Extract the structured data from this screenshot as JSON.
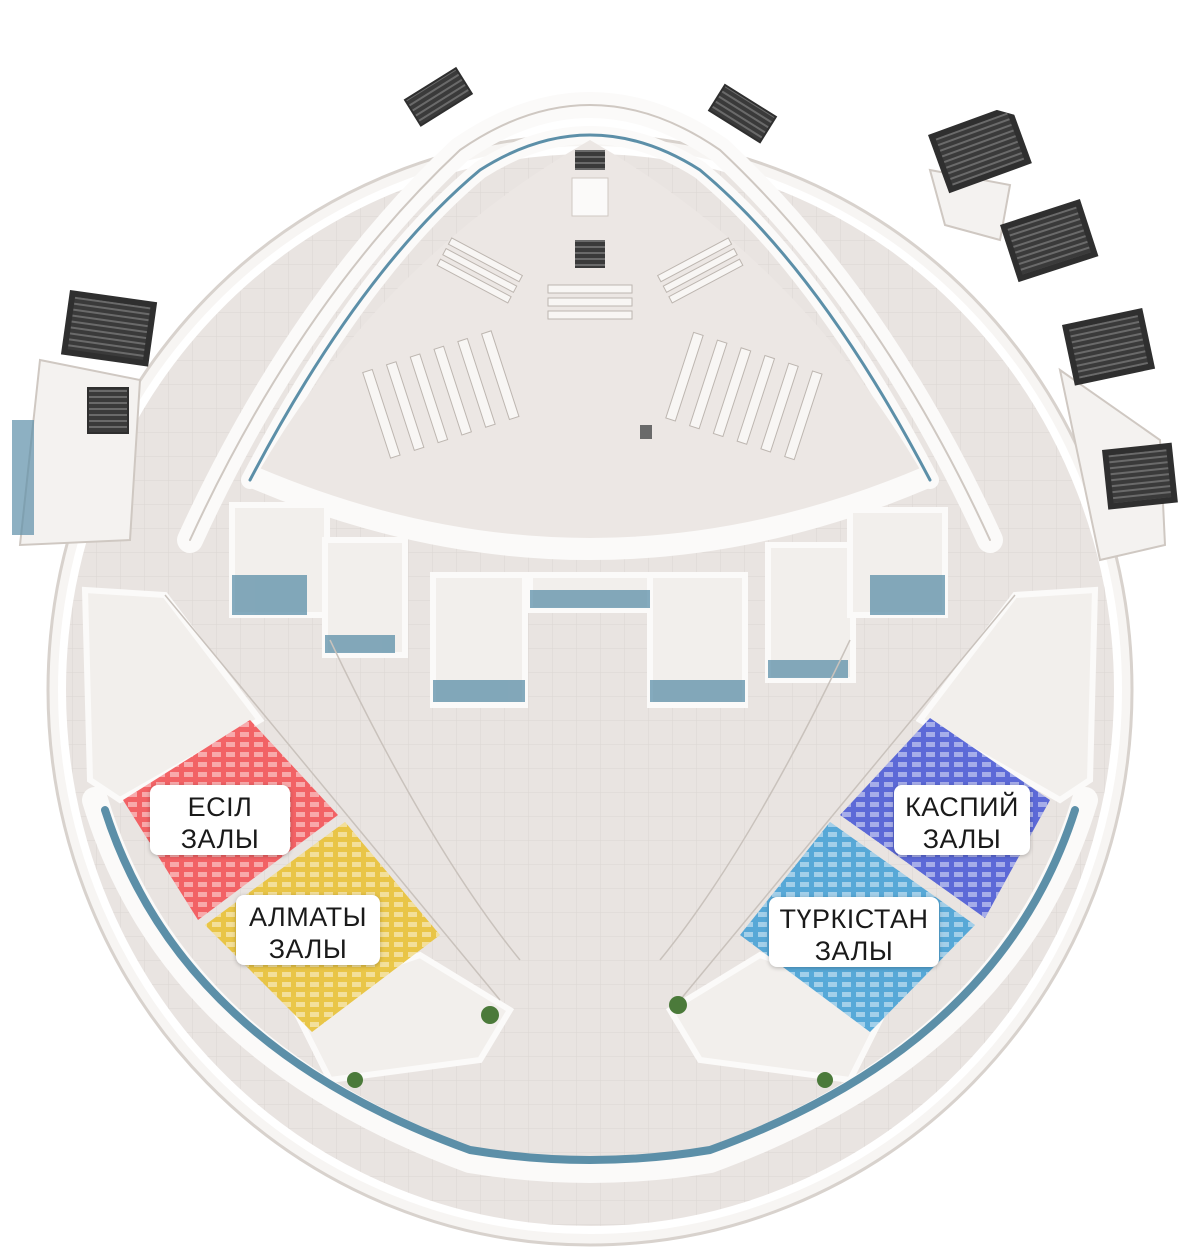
{
  "halls": [
    {
      "id": "esil",
      "line1": "ЕСІЛ",
      "line2": "ЗАЛЫ",
      "color": "#f2575a"
    },
    {
      "id": "almaty",
      "line1": "АЛМАТЫ",
      "line2": "ЗАЛЫ",
      "color": "#e8c23a"
    },
    {
      "id": "kaspiy",
      "line1": "КАСПИЙ",
      "line2": "ЗАЛЫ",
      "color": "#4f5ed6"
    },
    {
      "id": "turkistan",
      "line1": "ТҮРКІСТАН",
      "line2": "ЗАЛЫ",
      "color": "#4aa3d6"
    }
  ],
  "colors": {
    "floor": "#e9e4e1",
    "walls": "#fbfaf9",
    "glass": "#5c8fa8",
    "roof_units": "#2f2f2f"
  }
}
